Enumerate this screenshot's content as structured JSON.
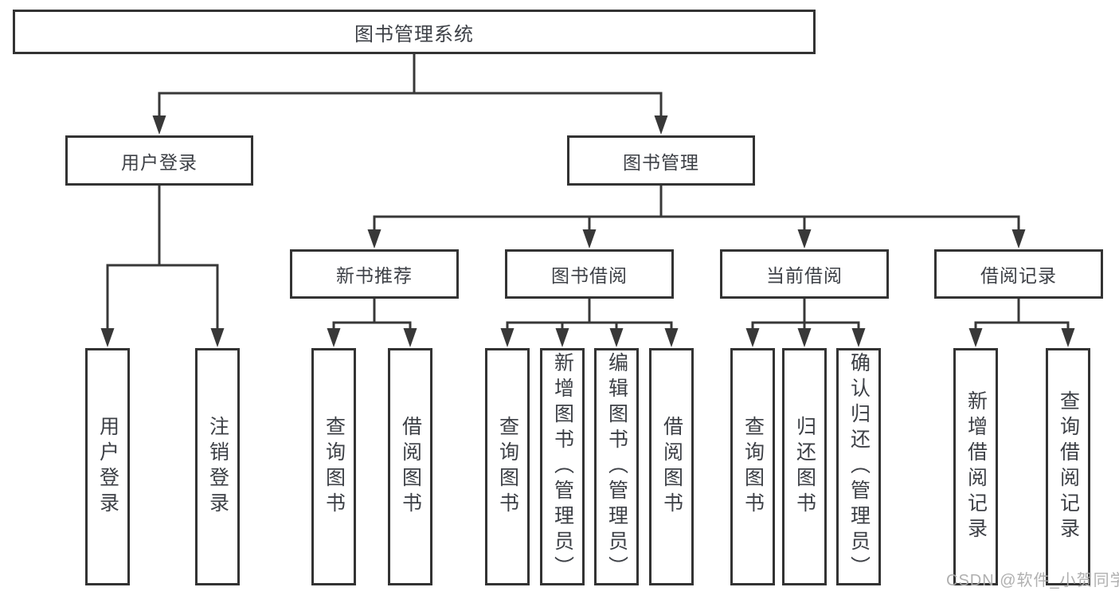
{
  "diagram": {
    "title": "图书管理系统",
    "colors": {
      "background": "#ffffff",
      "border": "#333333",
      "line": "#383838",
      "text": "#3d4046",
      "watermark": "#acacac"
    },
    "root": {
      "label": "图书管理系统"
    },
    "level2": [
      {
        "label": "用户登录",
        "children": [
          {
            "label": "用户登录"
          },
          {
            "label": "注销登录"
          }
        ]
      },
      {
        "label": "图书管理",
        "children": [
          {
            "label": "新书推荐",
            "children": [
              {
                "label": "查询图书"
              },
              {
                "label": "借阅图书"
              }
            ]
          },
          {
            "label": "图书借阅",
            "children": [
              {
                "label": "查询图书"
              },
              {
                "label": "新增图书（管理员）"
              },
              {
                "label": "编辑图书（管理员）"
              },
              {
                "label": "借阅图书"
              }
            ]
          },
          {
            "label": "当前借阅",
            "children": [
              {
                "label": "查询图书"
              },
              {
                "label": "归还图书"
              },
              {
                "label": "确认归还（管理员）"
              }
            ]
          },
          {
            "label": "借阅记录",
            "children": [
              {
                "label": "新增借阅记录"
              },
              {
                "label": "查询借阅记录"
              }
            ]
          }
        ]
      }
    ],
    "watermark": "CSDN @软件_小贺同学"
  }
}
